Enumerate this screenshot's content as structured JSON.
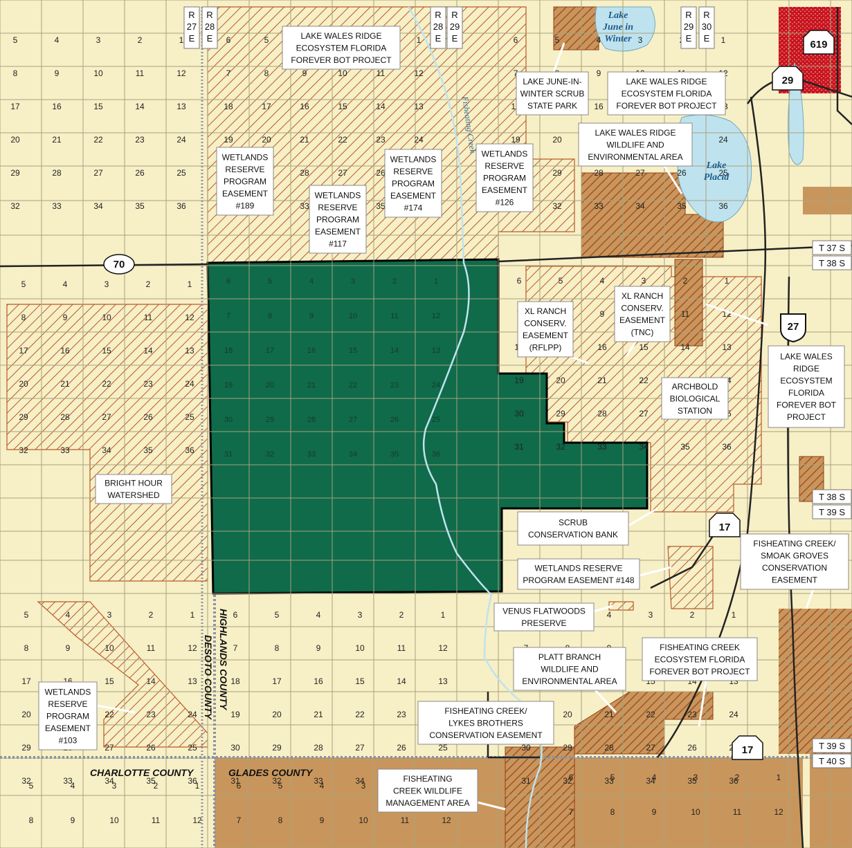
{
  "colors": {
    "background": "#f7efc6",
    "grid": "#a7a27e",
    "green_ranch": "#0f6b4a",
    "public_land": "#c8965c",
    "hatch": "#b75a2a",
    "dense_hatch": "#a55023",
    "water": "#bfe3ee",
    "red_area": "#c8141e",
    "section_line": "#8a93a5"
  },
  "range_labels": [
    {
      "r": "R",
      "n": "27",
      "d": "E"
    },
    {
      "r": "R",
      "n": "28",
      "d": "E"
    },
    {
      "r": "R",
      "n": "28",
      "d": "E"
    },
    {
      "r": "R",
      "n": "29",
      "d": "E"
    },
    {
      "r": "R",
      "n": "29",
      "d": "E"
    },
    {
      "r": "R",
      "n": "30",
      "d": "E"
    }
  ],
  "township_labels": [
    "T 37 S",
    "T 38 S",
    "T 38 S",
    "T 39 S",
    "T 39 S",
    "T 40 S"
  ],
  "route_shields": [
    "70",
    "29",
    "619",
    "27",
    "17",
    "17"
  ],
  "lakes": [
    {
      "lines": [
        "Lake",
        "June in",
        "Winter"
      ]
    },
    {
      "lines": [
        "Lake",
        "Placid"
      ]
    }
  ],
  "creek_label": "Fisheating Creek",
  "counties": [
    "CHARLOTTE COUNTY",
    "GLADES COUNTY",
    "DESOTO COUNTY",
    "HIGHLANDS COUNTY"
  ],
  "callouts": [
    {
      "id": "lwr-ffbp-1",
      "lines": [
        "LAKE WALES RIDGE",
        "ECOSYSTEM FLORIDA",
        "FOREVER BOT PROJECT"
      ]
    },
    {
      "id": "ljw-scrub",
      "lines": [
        "LAKE JUNE-IN-",
        "WINTER SCRUB",
        "STATE PARK"
      ]
    },
    {
      "id": "lwr-ffbp-2",
      "lines": [
        "LAKE WALES RIDGE",
        "ECOSYSTEM FLORIDA",
        "FOREVER BOT PROJECT"
      ]
    },
    {
      "id": "lwr-wea",
      "lines": [
        "LAKE WALES RIDGE",
        "WILDLIFE AND",
        "ENVIRONMENTAL AREA"
      ]
    },
    {
      "id": "wrp-189",
      "lines": [
        "WETLANDS",
        "RESERVE",
        "PROGRAM",
        "EASEMENT",
        "#189"
      ]
    },
    {
      "id": "wrp-117",
      "lines": [
        "WETLANDS",
        "RESERVE",
        "PROGRAM",
        "EASEMENT",
        "#117"
      ]
    },
    {
      "id": "wrp-174",
      "lines": [
        "WETLANDS",
        "RESERVE",
        "PROGRAM",
        "EASEMENT",
        "#174"
      ]
    },
    {
      "id": "wrp-126",
      "lines": [
        "WETLANDS",
        "RESERVE",
        "PROGRAM",
        "EASEMENT",
        "#126"
      ]
    },
    {
      "id": "xl-rflpp",
      "lines": [
        "XL RANCH",
        "CONSERV.",
        "EASEMENT",
        "(RFLPP)"
      ]
    },
    {
      "id": "xl-tnc",
      "lines": [
        "XL RANCH",
        "CONSERV.",
        "EASEMENT",
        "(TNC)"
      ]
    },
    {
      "id": "archbold",
      "lines": [
        "ARCHBOLD",
        "BIOLOGICAL",
        "STATION"
      ]
    },
    {
      "id": "lwr-ffbp-3",
      "lines": [
        "LAKE WALES",
        "RIDGE",
        "ECOSYSTEM",
        "FLORIDA",
        "FOREVER BOT",
        "PROJECT"
      ]
    },
    {
      "id": "bright-hour",
      "lines": [
        "BRIGHT HOUR",
        "WATERSHED"
      ]
    },
    {
      "id": "scrub-bank",
      "lines": [
        "SCRUB",
        "CONSERVATION BANK"
      ]
    },
    {
      "id": "fc-smoak",
      "lines": [
        "FISHEATING CREEK/",
        "SMOAK GROVES",
        "CONSERVATION",
        "EASEMENT"
      ]
    },
    {
      "id": "wrp-148",
      "lines": [
        "WETLANDS RESERVE",
        "PROGRAM EASEMENT #148"
      ]
    },
    {
      "id": "venus",
      "lines": [
        "VENUS FLATWOODS",
        "PRESERVE"
      ]
    },
    {
      "id": "fc-ffbp",
      "lines": [
        "FISHEATING CREEK",
        "ECOSYSTEM FLORIDA",
        "FOREVER BOT PROJECT"
      ]
    },
    {
      "id": "platt",
      "lines": [
        "PLATT BRANCH",
        "WILDLIFE AND",
        "ENVIRONMENTAL AREA"
      ]
    },
    {
      "id": "wrp-103",
      "lines": [
        "WETLANDS",
        "RESERVE",
        "PROGRAM",
        "EASEMENT",
        "#103"
      ]
    },
    {
      "id": "fc-lykes",
      "lines": [
        "FISHEATING CREEK/",
        "LYKES BROTHERS",
        "CONSERVATION EASEMENT"
      ]
    },
    {
      "id": "fc-wma",
      "lines": [
        "FISHEATING",
        "CREEK WILDLIFE",
        "MANAGEMENT AREA"
      ]
    }
  ],
  "township_blocks": [
    [
      "5",
      "4",
      "3",
      "2",
      "1",
      "8",
      "9",
      "10",
      "11",
      "12",
      "17",
      "16",
      "15",
      "14",
      "13",
      "20",
      "21",
      "22",
      "23",
      "24",
      "29",
      "28",
      "27",
      "26",
      "25",
      "32",
      "33",
      "34",
      "35",
      "36"
    ],
    [
      "6",
      "5",
      "4",
      "3",
      "2",
      "1",
      "7",
      "8",
      "9",
      "10",
      "11",
      "12",
      "18",
      "17",
      "16",
      "15",
      "14",
      "13",
      "19",
      "20",
      "21",
      "22",
      "23",
      "24",
      "30",
      "29",
      "28",
      "27",
      "26",
      "25",
      "31",
      "32",
      "33",
      "34",
      "35",
      "36"
    ]
  ]
}
